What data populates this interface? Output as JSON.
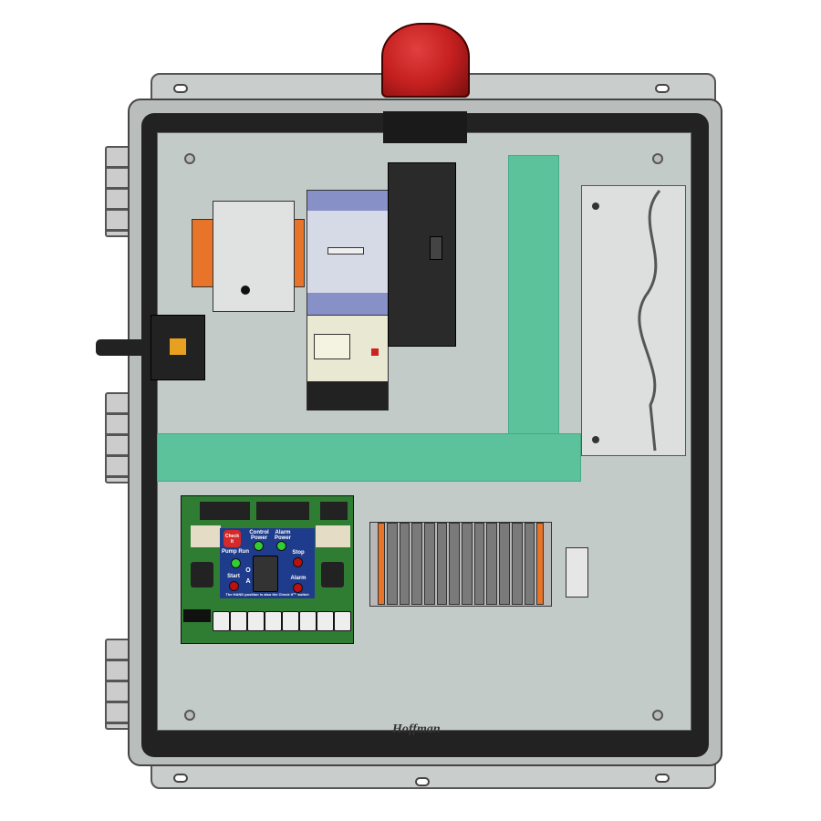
{
  "enclosure": {
    "brand": "Hoffman",
    "color": "#c9cdcb"
  },
  "beacon": {
    "color": "#c62020"
  },
  "wire_duct": {
    "color": "#5bc29b"
  },
  "control_board": {
    "logo": "Check It",
    "labels": {
      "control_power": "Control Power",
      "alarm_power": "Alarm Power",
      "pump_run": "Pump Run",
      "stop": "Stop",
      "start": "Start",
      "alarm": "Alarm",
      "off": "O",
      "auto": "A"
    },
    "footer": "The HAND position is also the Check It™ switch",
    "board_color": "#2f7d33",
    "panel_color": "#1f3c8c"
  }
}
